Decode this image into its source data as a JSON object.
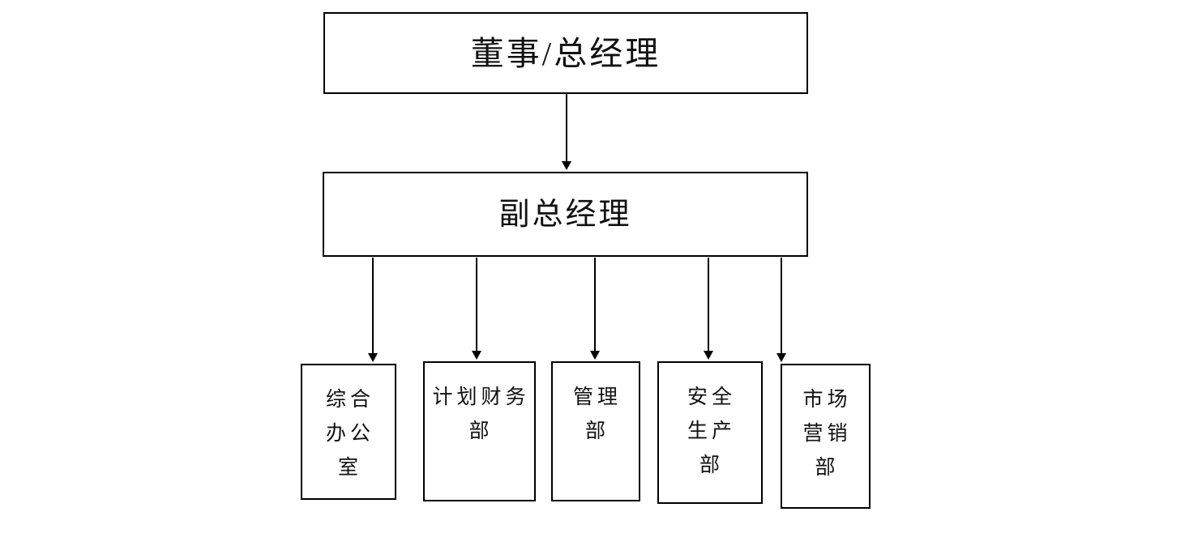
{
  "diagram": {
    "type": "organization-chart",
    "orientation": "top-down",
    "background_color": "#ffffff",
    "line_color": "#000000",
    "box_border_color": "#000000",
    "box_fill_color": "#ffffff",
    "text_color": "#111111",
    "levels": [
      {
        "level": 1,
        "nodes": [
          {
            "id": "director",
            "label": "董事/总经理"
          }
        ]
      },
      {
        "level": 2,
        "nodes": [
          {
            "id": "deputy",
            "label": "副总经理"
          }
        ]
      },
      {
        "level": 3,
        "nodes": [
          {
            "id": "dept-general-office",
            "label": "综合\n办公\n室"
          },
          {
            "id": "dept-plan-finance",
            "label": "计划财务\n部"
          },
          {
            "id": "dept-management",
            "label": "管理\n部"
          },
          {
            "id": "dept-safety-production",
            "label": "安全\n生产\n部"
          },
          {
            "id": "dept-marketing",
            "label": "市场\n营销\n部"
          }
        ]
      }
    ],
    "connectors": [
      {
        "id": "director-to-deputy",
        "from": "director",
        "to": "deputy",
        "arrow": "down"
      },
      {
        "id": "deputy-to-dept-0",
        "from": "deputy",
        "to": "dept-general-office",
        "arrow": "down"
      },
      {
        "id": "deputy-to-dept-1",
        "from": "deputy",
        "to": "dept-plan-finance",
        "arrow": "down"
      },
      {
        "id": "deputy-to-dept-2",
        "from": "deputy",
        "to": "dept-management",
        "arrow": "down"
      },
      {
        "id": "deputy-to-dept-3",
        "from": "deputy",
        "to": "dept-safety-production",
        "arrow": "down"
      },
      {
        "id": "deputy-to-dept-4",
        "from": "deputy",
        "to": "dept-marketing",
        "arrow": "down"
      }
    ]
  }
}
